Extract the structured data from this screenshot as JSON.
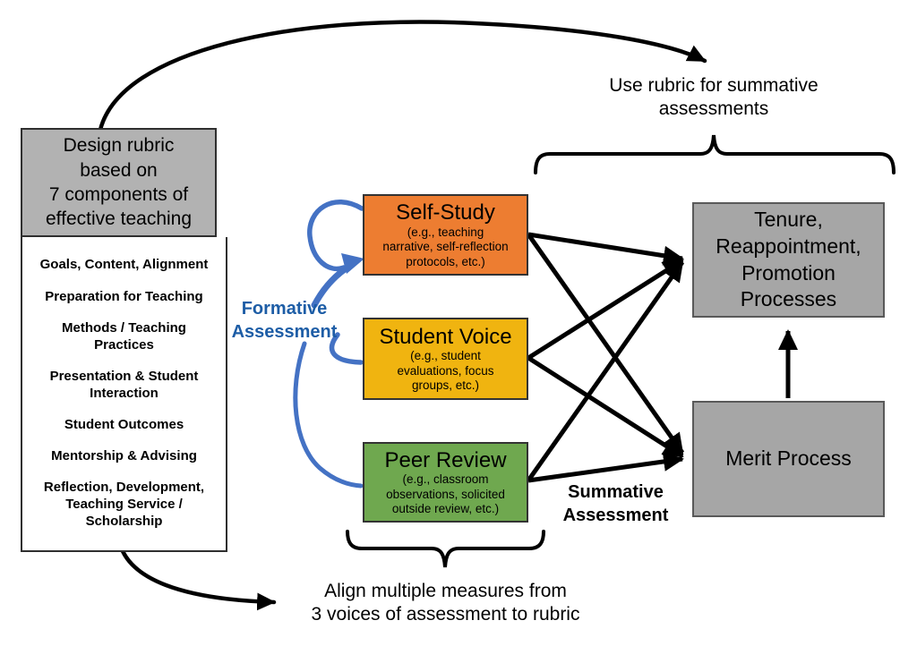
{
  "diagram": {
    "rubric": {
      "header": "Design rubric\nbased on\n7 components of\neffective teaching",
      "components": [
        "Goals, Content, Alignment",
        "Preparation for Teaching",
        "Methods / Teaching\nPractices",
        "Presentation & Student\nInteraction",
        "Student Outcomes",
        "Mentorship & Advising",
        "Reflection, Development,\nTeaching Service /\nScholarship"
      ]
    },
    "voices": [
      {
        "title": "Self-Study",
        "detail": "(e.g., teaching\nnarrative, self-reflection\nprotocols, etc.)"
      },
      {
        "title": "Student Voice",
        "detail": "(e.g., student\nevaluations, focus\ngroups, etc.)"
      },
      {
        "title": "Peer Review",
        "detail": "(e.g., classroom\nobservations, solicited\noutside review, etc.)"
      }
    ],
    "outcomes": [
      {
        "title": "Tenure,\nReappointment,\nPromotion\nProcesses"
      },
      {
        "title": "Merit Process"
      }
    ],
    "labels": {
      "formative": "Formative\nAssessment",
      "summative": "Summative\nAssessment",
      "top_note": "Use rubric for summative\nassessments",
      "bottom_note": "Align multiple measures from\n3 voices of assessment to rubric"
    },
    "colors": {
      "self_study_bg": "#ED7D31",
      "student_voice_bg": "#F0B410",
      "peer_review_bg": "#6FA84F",
      "outcome_bg": "#A6A6A6",
      "rubric_header_bg": "#B2B2B2",
      "formative_blue": "#4472C4",
      "formative_text_blue": "#1D5DA6",
      "arrow_black": "#000000"
    }
  }
}
